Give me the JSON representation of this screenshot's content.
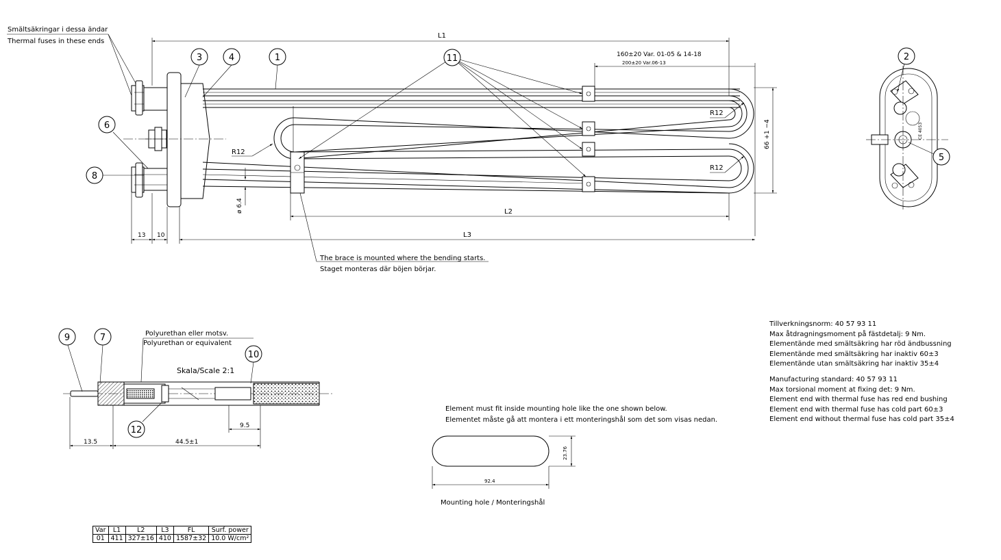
{
  "main_view": {
    "fuse_note_sv": "Smältsäkringar i dessa ändar",
    "fuse_note_en": "Thermal fuses in these ends",
    "dim_L1": "L1",
    "dim_L2": "L2",
    "dim_L3": "L3",
    "dim_13": "13",
    "dim_10": "10",
    "dim_var1": "160±20 Var. 01-05 & 14-18",
    "dim_var2": "200±20 Var.06-13",
    "r12_a": "R12",
    "r12_b": "R12",
    "r12_c": "R12",
    "dia": "ø 6.4",
    "height": "66 +1 −4",
    "brace_en": "The brace is mounted where the bending starts.",
    "brace_sv": "Staget monteras där böjen börjar."
  },
  "balloons": {
    "b1": "1",
    "b2": "2",
    "b3": "3",
    "b4": "4",
    "b5": "5",
    "b6": "6",
    "b7": "7",
    "b8": "8",
    "b9": "9",
    "b10": "10",
    "b11": "11",
    "b12": "12"
  },
  "end_view": {
    "marking": "CE 4053"
  },
  "detail_view": {
    "poly_sv": "Polyurethan eller motsv.",
    "poly_en": "Polyurethan or equivalent",
    "scale": "Skala/Scale 2:1",
    "dim_95": "9.5",
    "dim_135": "13.5",
    "dim_445": "44.5±1"
  },
  "mounting": {
    "note_en": "Element must fit inside mounting hole like the one shown below.",
    "note_sv": "Elementet måste gå att montera i ett monteringshål som det som visas nedan.",
    "dim_w": "92.4",
    "dim_h": "23.76",
    "caption": "Mounting hole / Monteringshål"
  },
  "notes": {
    "sv": [
      "Tillverkningsnorm: 40 57 93 11",
      "Max åtdragningsmoment på fästdetalj: 9 Nm.",
      "Elementände med smältsäkring har röd ändbussning",
      "Elementände med smältsäkring har inaktiv 60±3",
      "Elementände utan smältsäkring har inaktiv 35±4"
    ],
    "en": [
      "Manufacturing standard: 40 57 93 11",
      "Max torsional moment at fixing det: 9 Nm.",
      "Element end with thermal fuse has red end bushing",
      "Element end with thermal fuse has cold part 60±3",
      "Element end without thermal fuse has cold part 35±4"
    ]
  },
  "variant_table": {
    "headers": [
      "Var",
      "L1",
      "L2",
      "L3",
      "FL",
      "Surf. power"
    ],
    "rows": [
      [
        "01",
        "411",
        "327±16",
        "410",
        "1587±32",
        "10.0 W/cm²"
      ]
    ]
  }
}
